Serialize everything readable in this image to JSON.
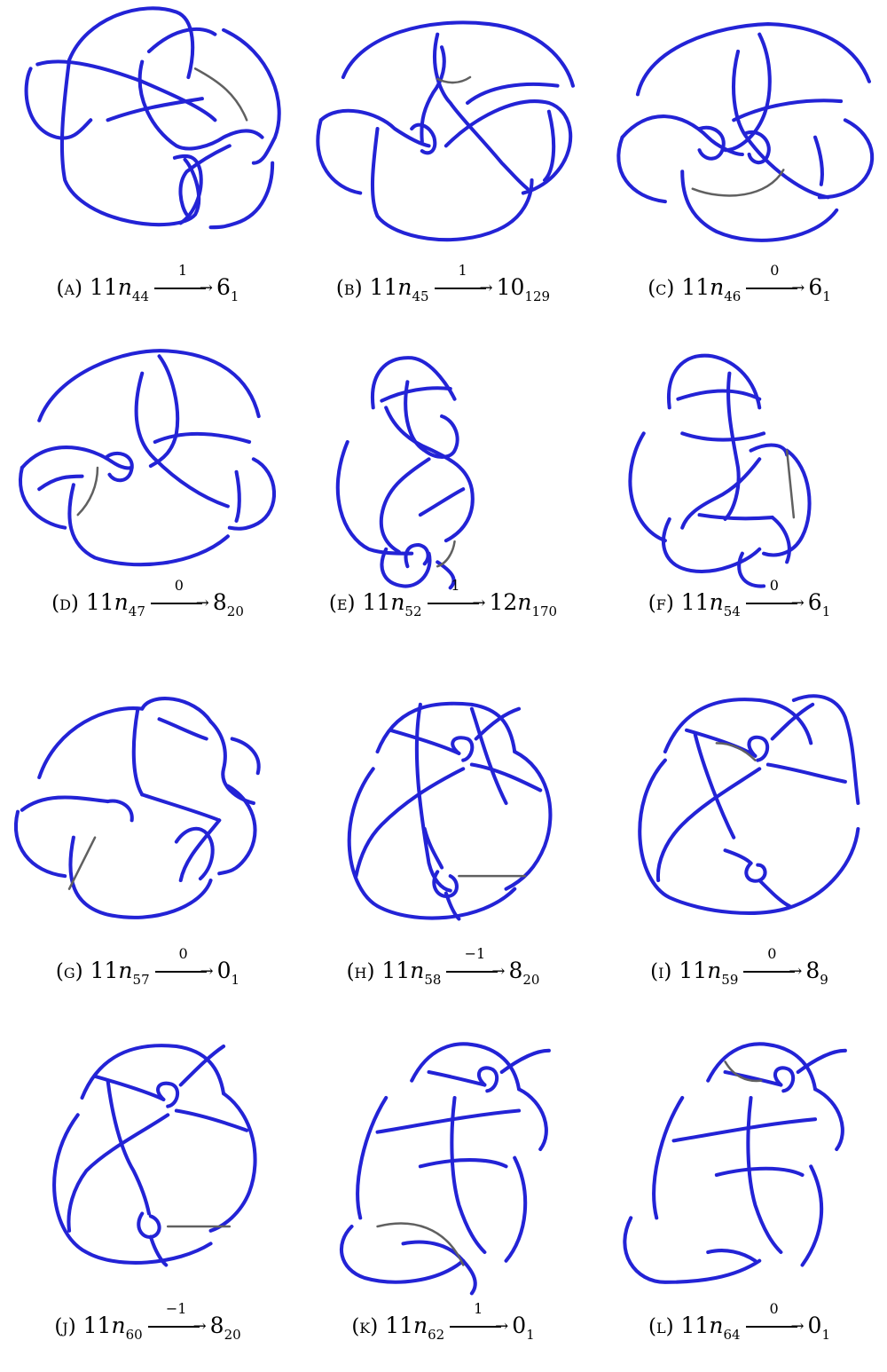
{
  "panels": [
    {
      "tag": "(a)",
      "from_base": "11",
      "from_var": "n",
      "from_sub": "44",
      "label": "1",
      "to_base": "6",
      "to_var": "",
      "to_sub": "1"
    },
    {
      "tag": "(b)",
      "from_base": "11",
      "from_var": "n",
      "from_sub": "45",
      "label": "1",
      "to_base": "10",
      "to_var": "",
      "to_sub": "129"
    },
    {
      "tag": "(c)",
      "from_base": "11",
      "from_var": "n",
      "from_sub": "46",
      "label": "0",
      "to_base": "6",
      "to_var": "",
      "to_sub": "1"
    },
    {
      "tag": "(d)",
      "from_base": "11",
      "from_var": "n",
      "from_sub": "47",
      "label": "0",
      "to_base": "8",
      "to_var": "",
      "to_sub": "20"
    },
    {
      "tag": "(e)",
      "from_base": "11",
      "from_var": "n",
      "from_sub": "52",
      "label": "1",
      "to_base": "12",
      "to_var": "n",
      "to_sub": "170"
    },
    {
      "tag": "(f)",
      "from_base": "11",
      "from_var": "n",
      "from_sub": "54",
      "label": "0",
      "to_base": "6",
      "to_var": "",
      "to_sub": "1"
    },
    {
      "tag": "(g)",
      "from_base": "11",
      "from_var": "n",
      "from_sub": "57",
      "label": "0",
      "to_base": "0",
      "to_var": "",
      "to_sub": "1"
    },
    {
      "tag": "(h)",
      "from_base": "11",
      "from_var": "n",
      "from_sub": "58",
      "label": "−1",
      "to_base": "8",
      "to_var": "",
      "to_sub": "20"
    },
    {
      "tag": "(i)",
      "from_base": "11",
      "from_var": "n",
      "from_sub": "59",
      "label": "0",
      "to_base": "8",
      "to_var": "",
      "to_sub": "9"
    },
    {
      "tag": "(j)",
      "from_base": "11",
      "from_var": "n",
      "from_sub": "60",
      "label": "−1",
      "to_base": "8",
      "to_var": "",
      "to_sub": "20"
    },
    {
      "tag": "(k)",
      "from_base": "11",
      "from_var": "n",
      "from_sub": "62",
      "label": "1",
      "to_base": "0",
      "to_var": "",
      "to_sub": "1"
    },
    {
      "tag": "(l)",
      "from_base": "11",
      "from_var": "n",
      "from_sub": "64",
      "label": "0",
      "to_base": "0",
      "to_var": "",
      "to_sub": "1"
    }
  ],
  "colors": {
    "strand": "#2323d6",
    "band": "#606060",
    "text": "#000000"
  }
}
